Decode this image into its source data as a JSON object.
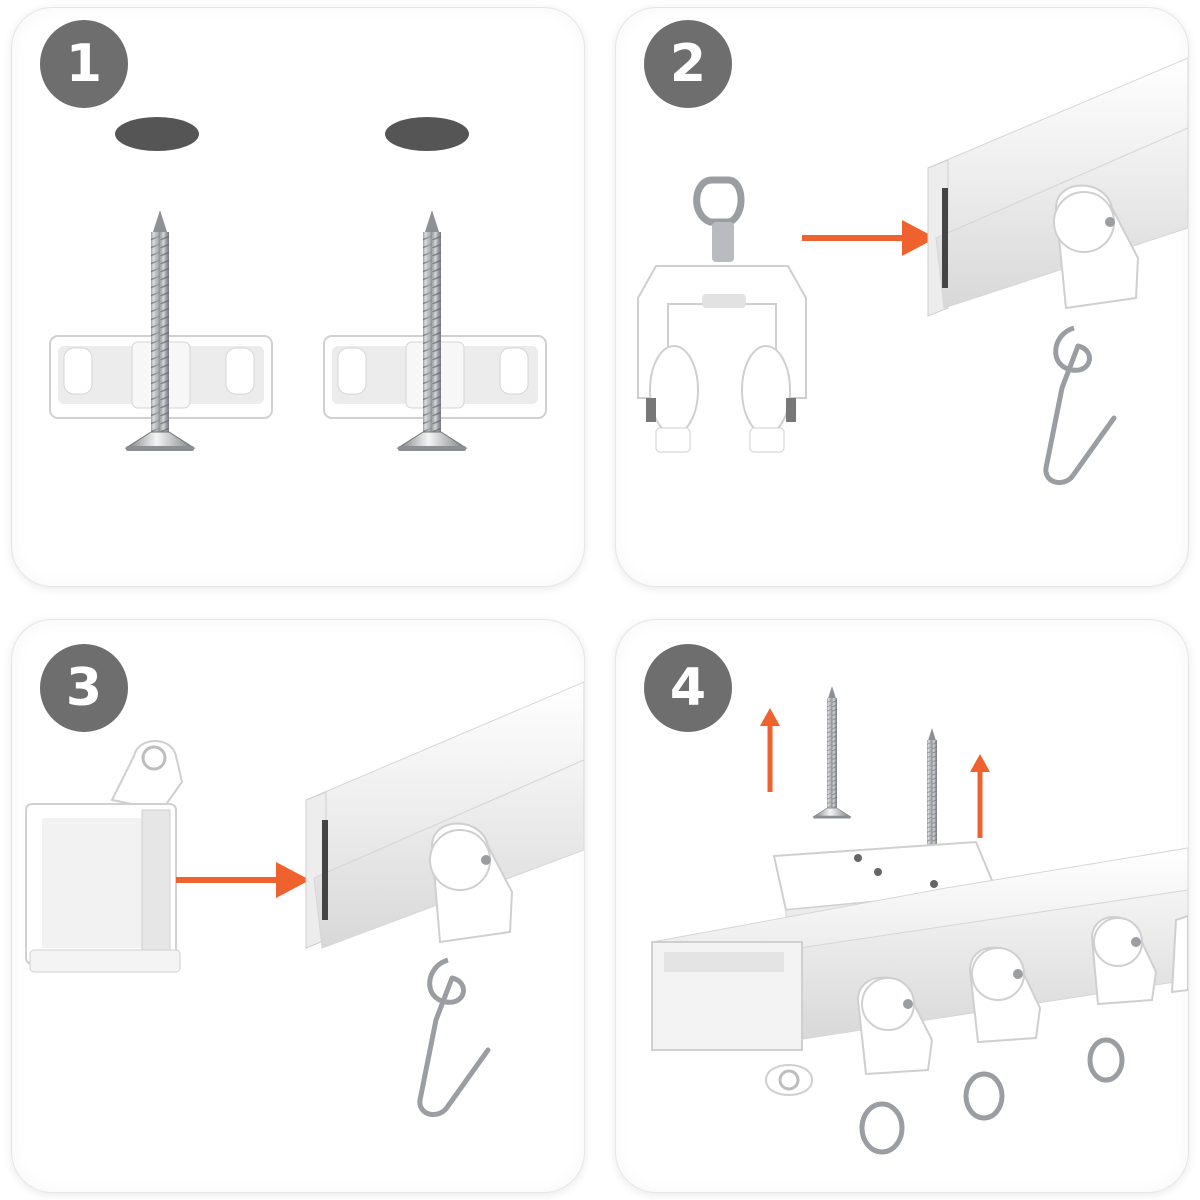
{
  "steps": [
    {
      "number": "1"
    },
    {
      "number": "2"
    },
    {
      "number": "3"
    },
    {
      "number": "4"
    }
  ],
  "colors": {
    "badge": "#6e6e6e",
    "arrow": "#f0622d",
    "hole": "#555555",
    "metal": "#b9bcc0",
    "plastic": "#ffffff",
    "plastic_shade": "#e3e3e3"
  },
  "icons": {
    "step1": [
      "drill-hole-icon",
      "screw-icon",
      "mounting-bracket-icon"
    ],
    "step2": [
      "roller-glider-icon",
      "arrow-right-icon",
      "curtain-track-icon",
      "curtain-hook-icon"
    ],
    "step3": [
      "end-stopper-icon",
      "arrow-right-icon",
      "curtain-track-icon",
      "curtain-hook-icon"
    ],
    "step4": [
      "screw-icon",
      "arrow-up-icon",
      "mounting-bracket-icon",
      "curtain-track-icon",
      "glider-ring-icon"
    ]
  }
}
